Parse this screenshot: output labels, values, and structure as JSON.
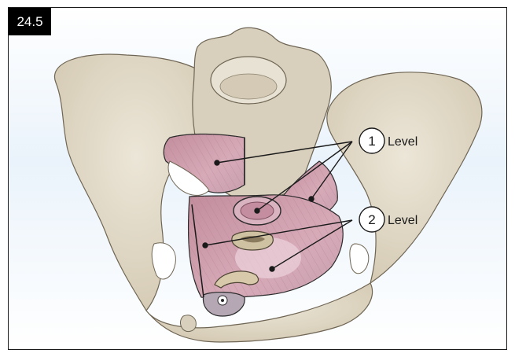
{
  "figure_label": "24.5",
  "callouts": [
    {
      "number": "1",
      "label": "Level"
    },
    {
      "number": "2",
      "label": "Level"
    }
  ],
  "colors": {
    "bone": "#e4dccb",
    "bone_shadow": "#c9bfa9",
    "muscle": "#c99aa8",
    "muscle_dark": "#a86f82",
    "background_top": "#ffffff",
    "background_mid": "#eaf3fb"
  }
}
